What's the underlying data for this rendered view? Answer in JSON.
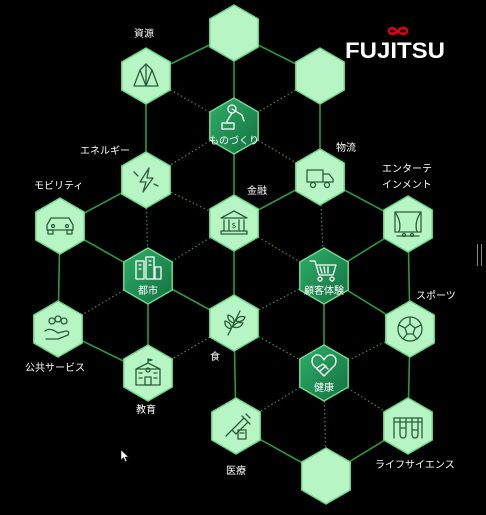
{
  "brand": {
    "logo_text": "FUJITSU",
    "accent": "#e60012"
  },
  "colors": {
    "background": "#000000",
    "hex_light": "#b8f5c4",
    "hex_light_stroke": "#6bd987",
    "hex_dark": "#1e8f55",
    "hex_dark_stroke": "#6bd987",
    "link": "#2a9b3c",
    "icon": "#2c5c3a",
    "label": "#ffffff"
  },
  "nodes": [
    {
      "id": "top-empty",
      "label": "",
      "icon": "",
      "style": "light"
    },
    {
      "id": "top-right-empty",
      "label": "",
      "icon": "",
      "style": "light"
    },
    {
      "id": "resources",
      "label": "資源",
      "icon": "crystal-icon",
      "style": "light"
    },
    {
      "id": "manufacturing",
      "label": "ものづくり",
      "icon": "robot-arm-icon",
      "style": "dark"
    },
    {
      "id": "energy",
      "label": "エネルギー",
      "icon": "lightning-icon",
      "style": "light"
    },
    {
      "id": "logistics",
      "label": "物流",
      "icon": "truck-icon",
      "style": "light"
    },
    {
      "id": "mobility",
      "label": "モビリティ",
      "icon": "car-icon",
      "style": "light"
    },
    {
      "id": "finance",
      "label": "金融",
      "icon": "bank-icon",
      "style": "light"
    },
    {
      "id": "entertainment",
      "label": "エンターテ\nインメント",
      "icon": "theater-icon",
      "style": "light"
    },
    {
      "id": "city",
      "label": "都市",
      "icon": "city-icon",
      "style": "dark"
    },
    {
      "id": "customer-experience",
      "label": "顧客体験",
      "icon": "cart-icon",
      "style": "dark"
    },
    {
      "id": "public-service",
      "label": "公共サービス",
      "icon": "people-hand-icon",
      "style": "light"
    },
    {
      "id": "food",
      "label": "食",
      "icon": "wheat-icon",
      "style": "light"
    },
    {
      "id": "sports",
      "label": "スポーツ",
      "icon": "soccer-ball-icon",
      "style": "light"
    },
    {
      "id": "education",
      "label": "教育",
      "icon": "school-icon",
      "style": "light"
    },
    {
      "id": "health",
      "label": "健康",
      "icon": "heart-hands-icon",
      "style": "dark"
    },
    {
      "id": "medical",
      "label": "医療",
      "icon": "syringe-icon",
      "style": "light"
    },
    {
      "id": "life-science",
      "label": "ライフサイエンス",
      "icon": "test-tubes-icon",
      "style": "light"
    },
    {
      "id": "bottom-empty",
      "label": "",
      "icon": "",
      "style": "light"
    }
  ],
  "links": [
    [
      "top-empty",
      "top-right-empty",
      "solid"
    ],
    [
      "top-empty",
      "resources",
      "solid"
    ],
    [
      "top-empty",
      "manufacturing",
      "solid"
    ],
    [
      "resources",
      "manufacturing",
      "dotted"
    ],
    [
      "resources",
      "energy",
      "solid"
    ],
    [
      "top-right-empty",
      "manufacturing",
      "dotted"
    ],
    [
      "top-right-empty",
      "logistics",
      "solid"
    ],
    [
      "manufacturing",
      "energy",
      "dotted"
    ],
    [
      "manufacturing",
      "logistics",
      "dotted"
    ],
    [
      "manufacturing",
      "finance",
      "solid"
    ],
    [
      "energy",
      "mobility",
      "solid"
    ],
    [
      "energy",
      "finance",
      "dotted"
    ],
    [
      "energy",
      "city",
      "dotted"
    ],
    [
      "logistics",
      "finance",
      "solid"
    ],
    [
      "logistics",
      "entertainment",
      "solid"
    ],
    [
      "logistics",
      "customer-experience",
      "dotted"
    ],
    [
      "mobility",
      "city",
      "solid"
    ],
    [
      "mobility",
      "public-service",
      "solid"
    ],
    [
      "finance",
      "city",
      "dotted"
    ],
    [
      "finance",
      "customer-experience",
      "dotted"
    ],
    [
      "finance",
      "food",
      "solid"
    ],
    [
      "entertainment",
      "customer-experience",
      "solid"
    ],
    [
      "entertainment",
      "sports",
      "solid"
    ],
    [
      "city",
      "public-service",
      "dotted"
    ],
    [
      "city",
      "education",
      "solid"
    ],
    [
      "city",
      "food",
      "solid"
    ],
    [
      "customer-experience",
      "food",
      "dotted"
    ],
    [
      "customer-experience",
      "sports",
      "solid"
    ],
    [
      "customer-experience",
      "health",
      "solid"
    ],
    [
      "public-service",
      "education",
      "solid"
    ],
    [
      "food",
      "education",
      "dotted"
    ],
    [
      "food",
      "health",
      "dotted"
    ],
    [
      "food",
      "medical",
      "solid"
    ],
    [
      "sports",
      "health",
      "dotted"
    ],
    [
      "sports",
      "life-science",
      "solid"
    ],
    [
      "health",
      "medical",
      "dotted"
    ],
    [
      "health",
      "life-science",
      "dotted"
    ],
    [
      "health",
      "bottom-empty",
      "dotted"
    ],
    [
      "medical",
      "bottom-empty",
      "solid"
    ],
    [
      "life-science",
      "bottom-empty",
      "solid"
    ]
  ]
}
